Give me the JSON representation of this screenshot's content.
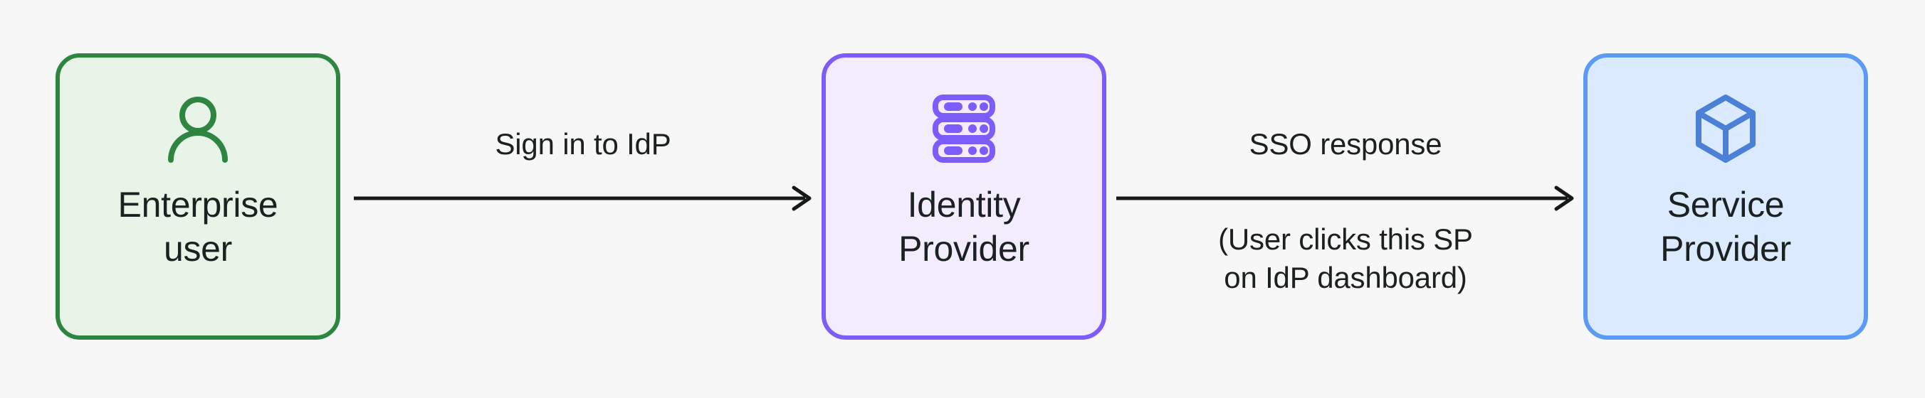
{
  "diagram": {
    "type": "flow",
    "background_color": "#f6f7f6",
    "text_color": "#1b2021",
    "nodes": [
      {
        "id": "enterprise-user",
        "label": "Enterprise user",
        "label_lines": [
          "Enterprise",
          "user"
        ],
        "icon": "person-icon",
        "fill_color": "#e8f4e8",
        "border_color": "#2e8540",
        "icon_color": "#2e8540"
      },
      {
        "id": "identity-provider",
        "label": "Identity Provider",
        "label_lines": [
          "Identity",
          "Provider"
        ],
        "icon": "server-rack-icon",
        "fill_color": "#f3ecfd",
        "border_color": "#7c5cfa",
        "icon_color": "#7c5cfa"
      },
      {
        "id": "service-provider",
        "label": "Service Provider",
        "label_lines": [
          "Service",
          "Provider"
        ],
        "icon": "cube-icon",
        "fill_color": "#dbeafe",
        "border_color": "#5b9bf5",
        "icon_color": "#4a80d6"
      }
    ],
    "edges": [
      {
        "id": "user-to-idp",
        "from": "enterprise-user",
        "to": "identity-provider",
        "label": "Sign in to IdP",
        "note": "",
        "direction": "right",
        "color": "#16191a"
      },
      {
        "id": "idp-to-sp",
        "from": "identity-provider",
        "to": "service-provider",
        "label": "SSO response",
        "note_lines": [
          "(User clicks this SP",
          "on IdP dashboard)"
        ],
        "direction": "right",
        "color": "#16191a"
      }
    ]
  }
}
